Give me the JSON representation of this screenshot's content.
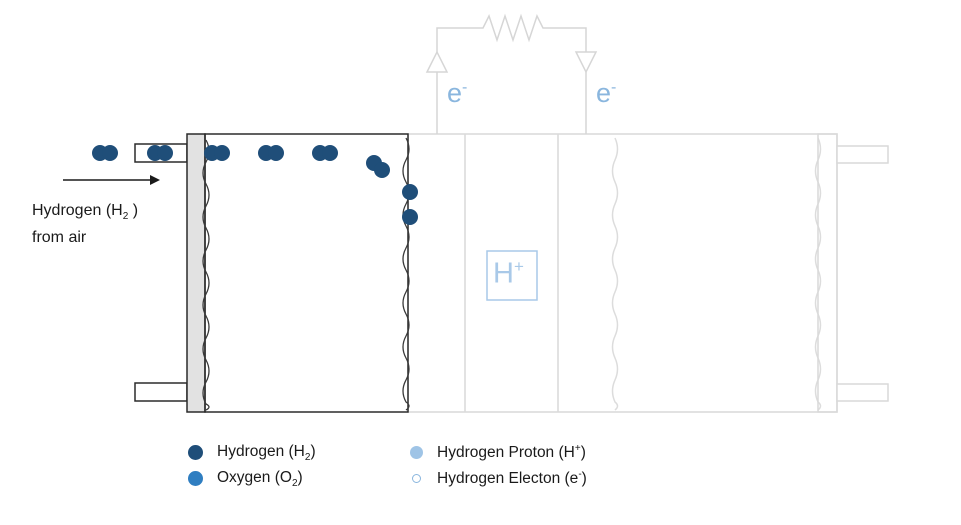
{
  "colors": {
    "hydrogen": "#1f4e79",
    "oxygen": "#2f7ec1",
    "proton": "#9fc4e6",
    "electron": "#8ab6de",
    "outline": "#2b2b2b",
    "faded": "#d6d6d6",
    "plate": "#e4e4e4"
  },
  "diagram": {
    "inlet_label": {
      "line1": "Hydrogen (H",
      "sub": "2",
      "line1_end": " )",
      "line2": "from air"
    },
    "electron_label": "e",
    "electron_sup": "-",
    "proton_label": "H",
    "proton_sup": "+"
  },
  "legend": {
    "hydrogen": {
      "text": "Hydrogen (H",
      "sub": "2",
      "end": ")"
    },
    "oxygen": {
      "text": "Oxygen (O",
      "sub": "2",
      "end": ")"
    },
    "proton": {
      "text": "Hydrogen Proton (H",
      "sup": "+",
      "end": ")"
    },
    "electron": {
      "text": "Hydrogen Electon (e",
      "sup": "-",
      "end": ")"
    }
  }
}
